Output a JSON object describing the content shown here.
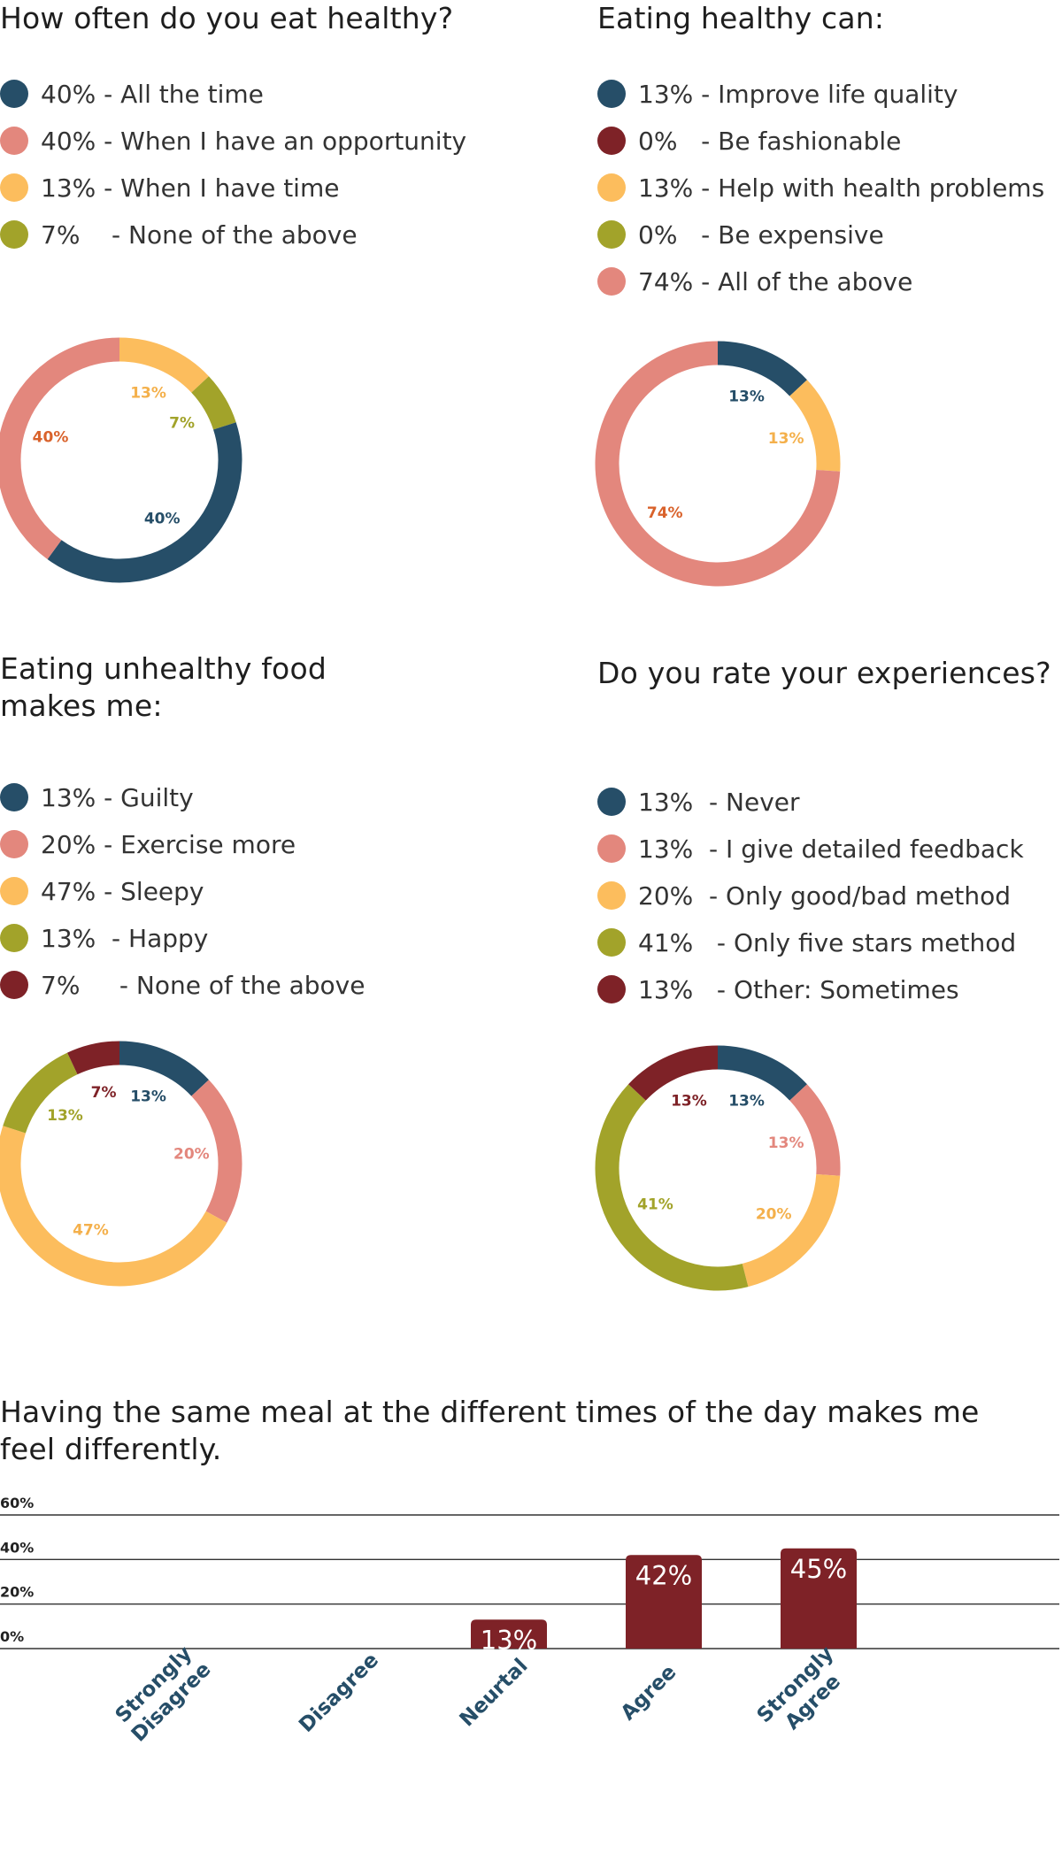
{
  "colors": {
    "navy": "#264e68",
    "salmon": "#e3877d",
    "yellow": "#fcbd5d",
    "olive": "#a2a32a",
    "maroon": "#7e2227"
  },
  "chart_data": [
    {
      "type": "pie",
      "title": "How often do you eat healthy?",
      "legend": [
        {
          "text": "40% - All the time",
          "color": "#264e68"
        },
        {
          "text": "40% - When I have an opportunity",
          "color": "#e3877d"
        },
        {
          "text": "13% - When I have time",
          "color": "#fcbd5d"
        },
        {
          "text": "7%    - None of the above",
          "color": "#a2a32a"
        }
      ],
      "slices": [
        {
          "value": 13,
          "label": "13%",
          "color": "#fcbd5d",
          "label_color": "#f4b04b"
        },
        {
          "value": 7,
          "label": "7%",
          "color": "#a2a32a",
          "label_color": "#a2a32a"
        },
        {
          "value": 40,
          "label": "40%",
          "color": "#264e68",
          "label_color": "#264e68"
        },
        {
          "value": 40,
          "label": "40%",
          "color": "#e3877d",
          "label_color": "#d9622b"
        }
      ]
    },
    {
      "type": "pie",
      "title": "Eating healthy can:",
      "legend": [
        {
          "text": "13% - Improve life quality",
          "color": "#264e68"
        },
        {
          "text": "0%   - Be fashionable",
          "color": "#7e2227"
        },
        {
          "text": "13% - Help with health problems",
          "color": "#fcbd5d"
        },
        {
          "text": "0%   - Be expensive",
          "color": "#a2a32a"
        },
        {
          "text": "74% - All of the above",
          "color": "#e3877d"
        }
      ],
      "slices": [
        {
          "value": 13,
          "label": "13%",
          "color": "#264e68",
          "label_color": "#264e68"
        },
        {
          "value": 13,
          "label": "13%",
          "color": "#fcbd5d",
          "label_color": "#f4b04b"
        },
        {
          "value": 74,
          "label": "74%",
          "color": "#e3877d",
          "label_color": "#d9622b"
        }
      ]
    },
    {
      "type": "pie",
      "title": "Eating unhealthy food makes me:",
      "legend": [
        {
          "text": "13% - Guilty",
          "color": "#264e68"
        },
        {
          "text": "20% - Exercise more",
          "color": "#e3877d"
        },
        {
          "text": "47% - Sleepy",
          "color": "#fcbd5d"
        },
        {
          "text": "13%  - Happy",
          "color": "#a2a32a"
        },
        {
          "text": "7%     - None of the above",
          "color": "#7e2227"
        }
      ],
      "slices": [
        {
          "value": 13,
          "label": "13%",
          "color": "#264e68",
          "label_color": "#264e68"
        },
        {
          "value": 20,
          "label": "20%",
          "color": "#e3877d",
          "label_color": "#e3877d"
        },
        {
          "value": 47,
          "label": "47%",
          "color": "#fcbd5d",
          "label_color": "#f4b04b"
        },
        {
          "value": 13,
          "label": "13%",
          "color": "#a2a32a",
          "label_color": "#a2a32a"
        },
        {
          "value": 7,
          "label": "7%",
          "color": "#7e2227",
          "label_color": "#7e2227"
        }
      ]
    },
    {
      "type": "pie",
      "title": "Do you rate your experiences?",
      "legend": [
        {
          "text": "13%  - Never",
          "color": "#264e68"
        },
        {
          "text": "13%  - I give detailed feedback",
          "color": "#e3877d"
        },
        {
          "text": "20%  - Only good/bad method",
          "color": "#fcbd5d"
        },
        {
          "text": "41%   - Only five stars method",
          "color": "#a2a32a"
        },
        {
          "text": "13%   - Other: Sometimes",
          "color": "#7e2227"
        }
      ],
      "slices": [
        {
          "value": 13,
          "label": "13%",
          "color": "#264e68",
          "label_color": "#264e68"
        },
        {
          "value": 13,
          "label": "13%",
          "color": "#e3877d",
          "label_color": "#e3877d"
        },
        {
          "value": 20,
          "label": "20%",
          "color": "#fcbd5d",
          "label_color": "#f4b04b"
        },
        {
          "value": 41,
          "label": "41%",
          "color": "#a2a32a",
          "label_color": "#a2a32a"
        },
        {
          "value": 13,
          "label": "13%",
          "color": "#7e2227",
          "label_color": "#7e2227"
        }
      ]
    },
    {
      "type": "bar",
      "title": "Having the same meal at the different times of the day makes me feel differently.",
      "categories": [
        "Strongly Disagree",
        "Disagree",
        "Neurtal",
        "Agree",
        "Strongly Agree"
      ],
      "values": [
        0,
        0,
        13,
        42,
        45
      ],
      "value_labels": [
        "",
        "",
        "13%",
        "42%",
        "45%"
      ],
      "ylim": [
        0,
        60
      ],
      "y_ticks": [
        {
          "value": 0,
          "label": "0%"
        },
        {
          "value": 20,
          "label": "20%"
        },
        {
          "value": 40,
          "label": "40%"
        },
        {
          "value": 60,
          "label": "60%"
        }
      ],
      "grid": true,
      "bar_color": "#7e2227"
    }
  ]
}
